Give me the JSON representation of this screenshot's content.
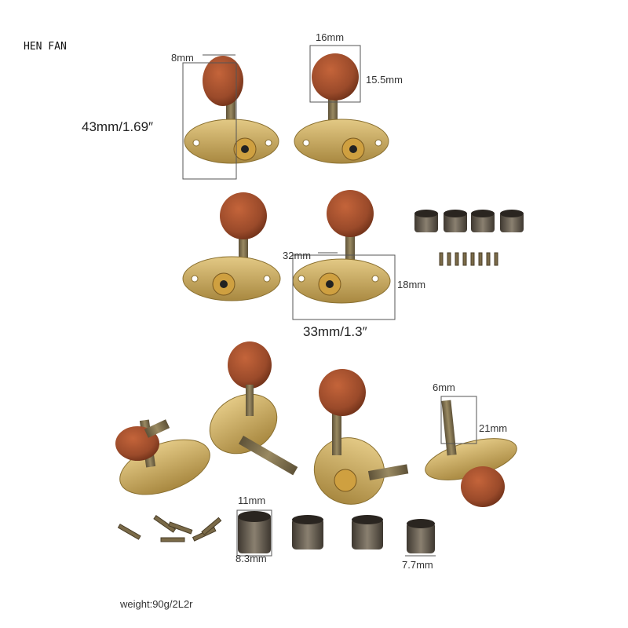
{
  "brand": "HEN FAN",
  "dimensions": {
    "knob_thickness": "8mm",
    "knob_width": "16mm",
    "knob_height": "15.5mm",
    "total_height": "43mm/1.69″",
    "shaft_width": "32mm",
    "plate_height": "18mm",
    "plate_width": "33mm/1.3″",
    "post_top": "6mm",
    "post_length": "21mm",
    "bushing_top": "11mm",
    "bushing_bottom": "8.3mm",
    "bushing_small": "7.7mm"
  },
  "weight": "weight:90g/2L2r",
  "colors": {
    "knob": "#9a4a2a",
    "plate": "#c9a85a",
    "metal": "#7a6a48",
    "bushing": "#5a5248"
  }
}
